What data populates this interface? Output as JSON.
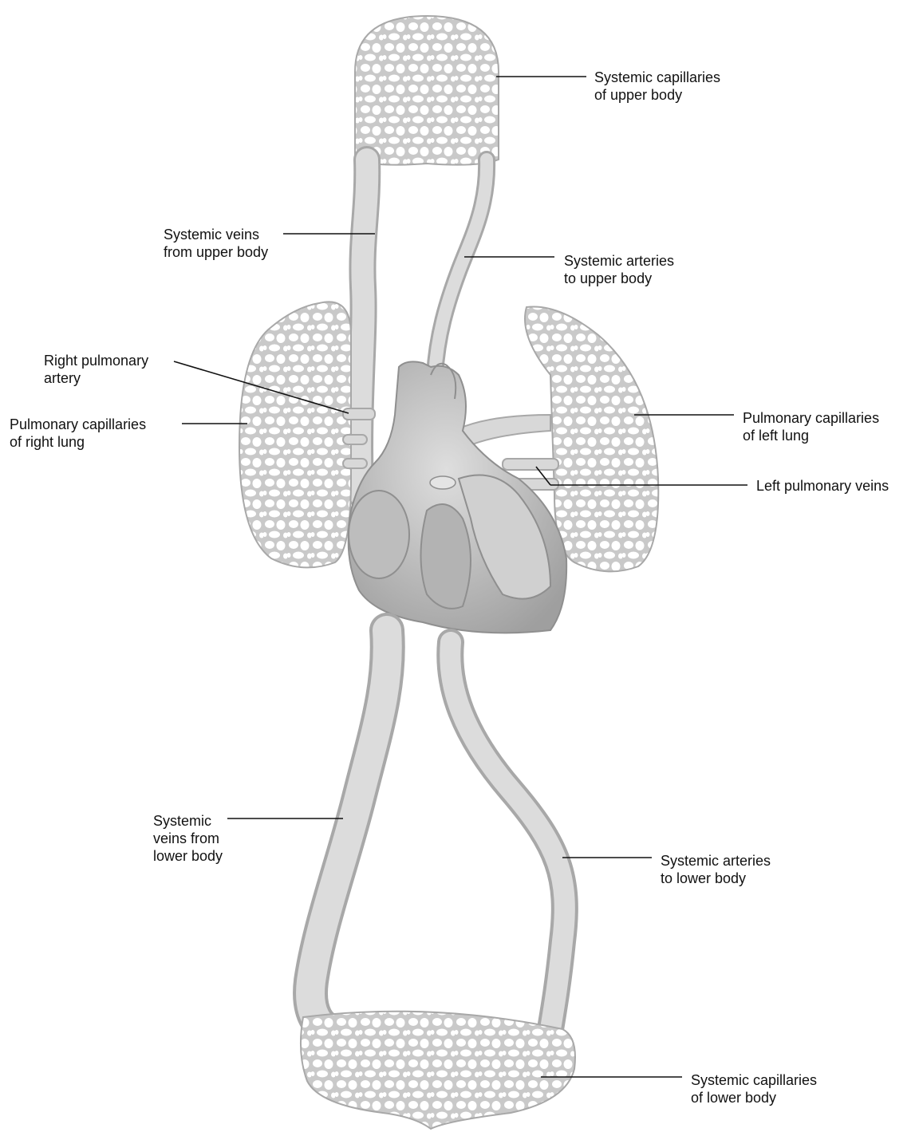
{
  "labels": {
    "sys_cap_upper": "Systemic capillaries\nof upper body",
    "sys_veins_upper": "Systemic veins\nfrom upper body",
    "sys_arteries_upper": "Systemic arteries\nto upper body",
    "right_pulm_artery": "Right pulmonary\nartery",
    "pulm_cap_right": "Pulmonary capillaries\nof right lung",
    "pulm_cap_left": "Pulmonary capillaries\nof left lung",
    "left_pulm_veins": "Left pulmonary veins",
    "sys_veins_lower": "Systemic\nveins from\nlower body",
    "sys_arteries_lower": "Systemic arteries\nto lower body",
    "sys_cap_lower": "Systemic capillaries\nof lower body"
  },
  "colors": {
    "vessel": "#d4d4d4",
    "vessel_edge": "#a8a8a8",
    "heart": "#c8c8c8",
    "mesh_hole": "#ffffff",
    "leader": "#111111"
  }
}
